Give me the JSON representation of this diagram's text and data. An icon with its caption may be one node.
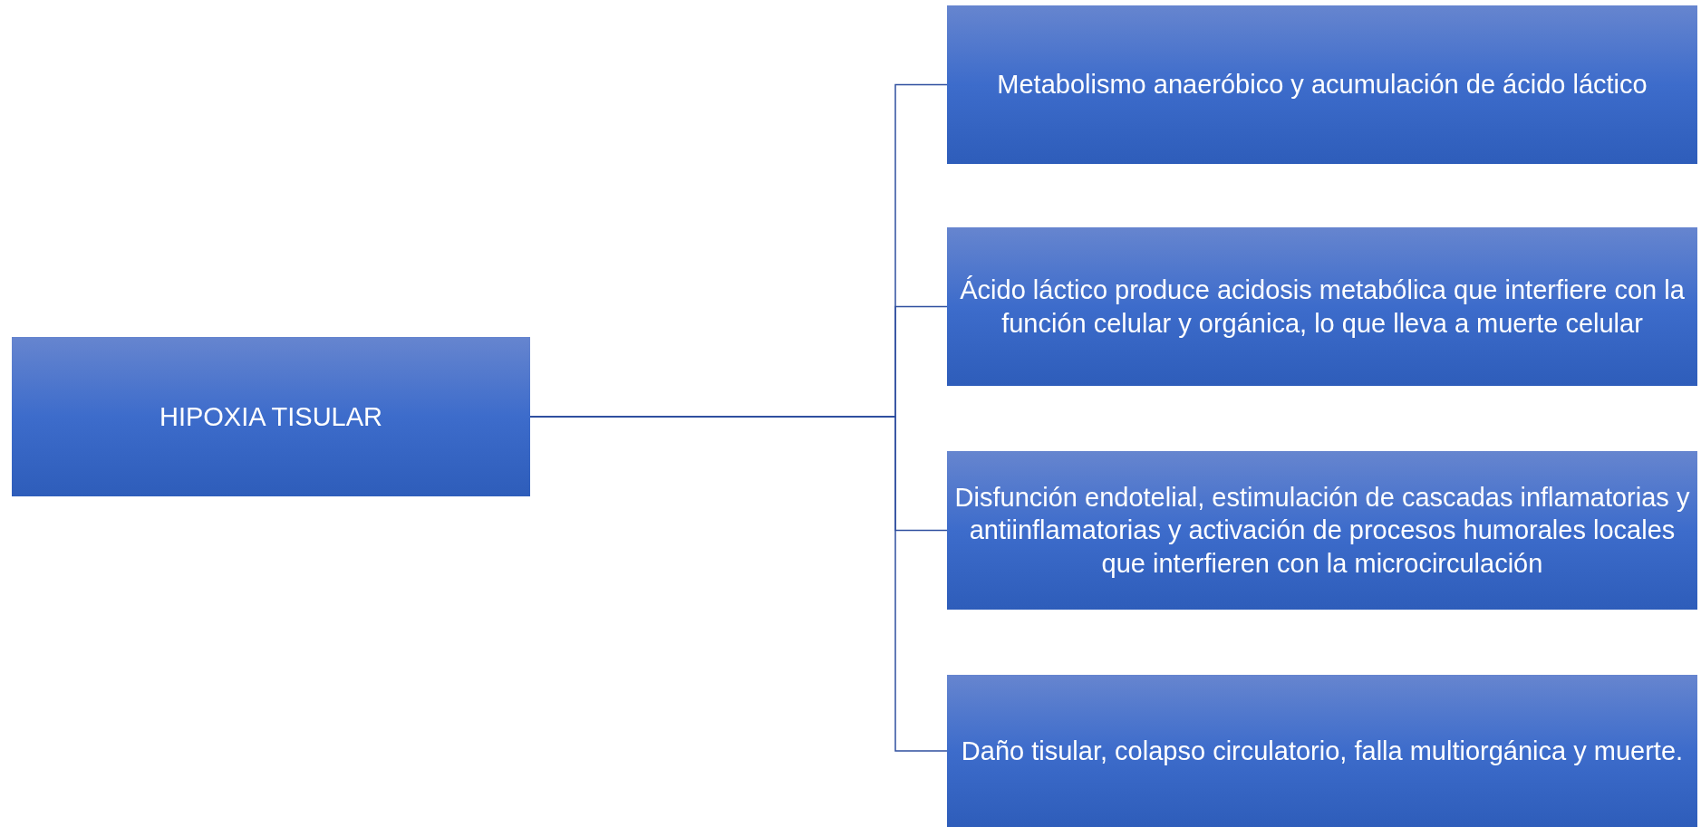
{
  "diagram": {
    "nodes": [
      {
        "text": [
          "HIPOXIA TISULAR"
        ]
      },
      {
        "text": [
          "Metabolismo anaeróbico y acumulación de ácido láctico"
        ]
      },
      {
        "text": [
          "Ácido láctico produce acidosis metabólica que interfiere con la función celular y orgánica, lo que lleva a muerte celular"
        ]
      },
      {
        "text": [
          "Disfunción endotelial, estimulación de cascadas inflamatorias y antiinflamatorias y activación de procesos humorales locales que interfieren con la microcirculación"
        ]
      },
      {
        "text": [
          "Daño tisular, colapso circulatorio, falla multiorgánica y muerte."
        ]
      }
    ],
    "edges": [
      {
        "from": 0,
        "to": 1,
        "arrow": "none"
      },
      {
        "from": 0,
        "to": 2,
        "arrow": "none"
      },
      {
        "from": 0,
        "to": 3,
        "arrow": "none"
      },
      {
        "from": 0,
        "to": 4,
        "arrow": "none"
      }
    ]
  }
}
